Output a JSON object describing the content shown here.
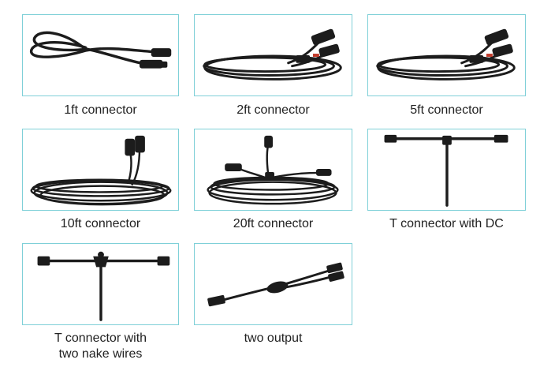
{
  "items": [
    {
      "caption": "1ft connector"
    },
    {
      "caption": "2ft connector"
    },
    {
      "caption": "5ft connector"
    },
    {
      "caption": "10ft connector"
    },
    {
      "caption": "20ft connector"
    },
    {
      "caption": "T connector with DC"
    },
    {
      "caption_line1": "T connector with",
      "caption_line2": "two nake wires"
    },
    {
      "caption": "two output"
    }
  ],
  "colors": {
    "border": "#7fd0d8",
    "cable": "#1c1c1c",
    "text": "#222222"
  }
}
